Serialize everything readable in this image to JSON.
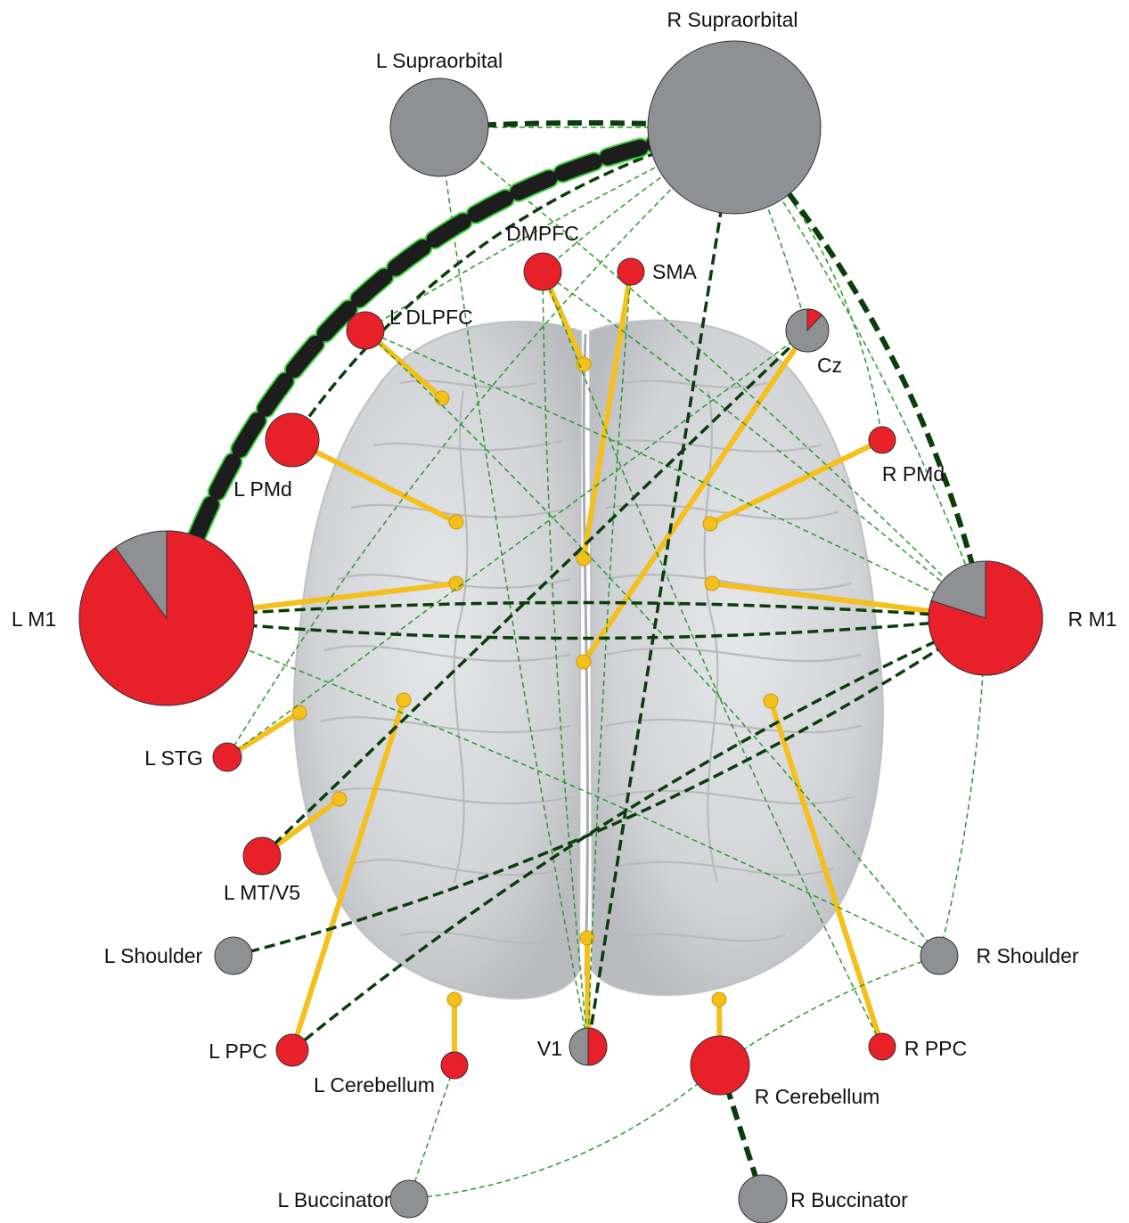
{
  "nodes": [
    {
      "id": "l-supraorbital",
      "label": "L Supraorbital",
      "red_fraction": 0
    },
    {
      "id": "r-supraorbital",
      "label": "R Supraorbital",
      "red_fraction": 0
    },
    {
      "id": "dmpfc",
      "label": "DMPFC",
      "red_fraction": 1
    },
    {
      "id": "sma",
      "label": "SMA",
      "red_fraction": 1
    },
    {
      "id": "l-dlpfc",
      "label": "L DLPFC",
      "red_fraction": 1
    },
    {
      "id": "cz",
      "label": "Cz",
      "red_fraction": 0.12
    },
    {
      "id": "l-pmd",
      "label": "L PMd",
      "red_fraction": 1
    },
    {
      "id": "r-pmd",
      "label": "R PMd",
      "red_fraction": 1
    },
    {
      "id": "l-m1",
      "label": "L M1",
      "red_fraction": 0.9
    },
    {
      "id": "r-m1",
      "label": "R M1",
      "red_fraction": 0.8
    },
    {
      "id": "l-stg",
      "label": "L STG",
      "red_fraction": 1
    },
    {
      "id": "l-mt-v5",
      "label": "L MT/V5",
      "red_fraction": 1
    },
    {
      "id": "l-shoulder",
      "label": "L Shoulder",
      "red_fraction": 0
    },
    {
      "id": "r-shoulder",
      "label": "R  Shoulder",
      "red_fraction": 0
    },
    {
      "id": "l-ppc",
      "label": "L PPC",
      "red_fraction": 1
    },
    {
      "id": "l-cerebellum",
      "label": "L Cerebellum",
      "red_fraction": 1
    },
    {
      "id": "v1",
      "label": "V1",
      "red_fraction": 0.5
    },
    {
      "id": "r-cerebellum",
      "label": "R Cerebellum",
      "red_fraction": 1
    },
    {
      "id": "r-ppc",
      "label": "R PPC",
      "red_fraction": 1
    },
    {
      "id": "l-buccinator",
      "label": "L Buccinator",
      "red_fraction": 0
    },
    {
      "id": "r-buccinator",
      "label": "R Buccinator",
      "red_fraction": 0
    }
  ],
  "colors": {
    "red": "#e8202a",
    "gray": "#8e9094",
    "yellow": "#f5bf1c",
    "green_dashed": "#2a9a2a",
    "dark_green": "#0b3d0b",
    "thick_fill": "#1d1d1d",
    "thick_outline": "#39d139",
    "brain": "#d3d5d9"
  }
}
